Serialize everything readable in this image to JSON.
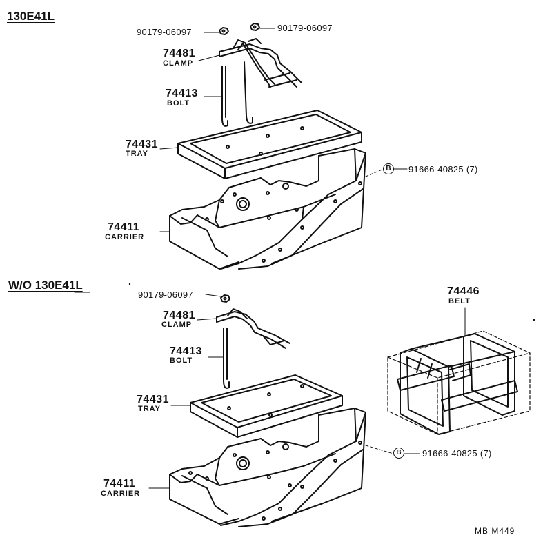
{
  "sections": [
    {
      "heading": "130E41L",
      "callouts": {
        "nut_left": "90179-06097",
        "nut_right": "90179-06097",
        "clamp_number": "74481",
        "clamp_name": "CLAMP",
        "bolt_number": "74413",
        "bolt_name": "BOLT",
        "tray_number": "74431",
        "tray_name": "TRAY",
        "carrier_number": "74411",
        "carrier_name": "CARRIER",
        "bolt_b_symbol": "B",
        "bolt_b_part": "91666-40825 (7)"
      }
    },
    {
      "heading": "W/O 130E41L",
      "callouts": {
        "nut": "90179-06097",
        "clamp_number": "74481",
        "clamp_name": "CLAMP",
        "bolt_number": "74413",
        "bolt_name": "BOLT",
        "tray_number": "74431",
        "tray_name": "TRAY",
        "carrier_number": "74411",
        "carrier_name": "CARRIER",
        "bolt_b_symbol": "B",
        "bolt_b_part": "91666-40825 (7)",
        "belt_number": "74446",
        "belt_name": "BELT"
      }
    }
  ],
  "footer_code": "MB  M449"
}
